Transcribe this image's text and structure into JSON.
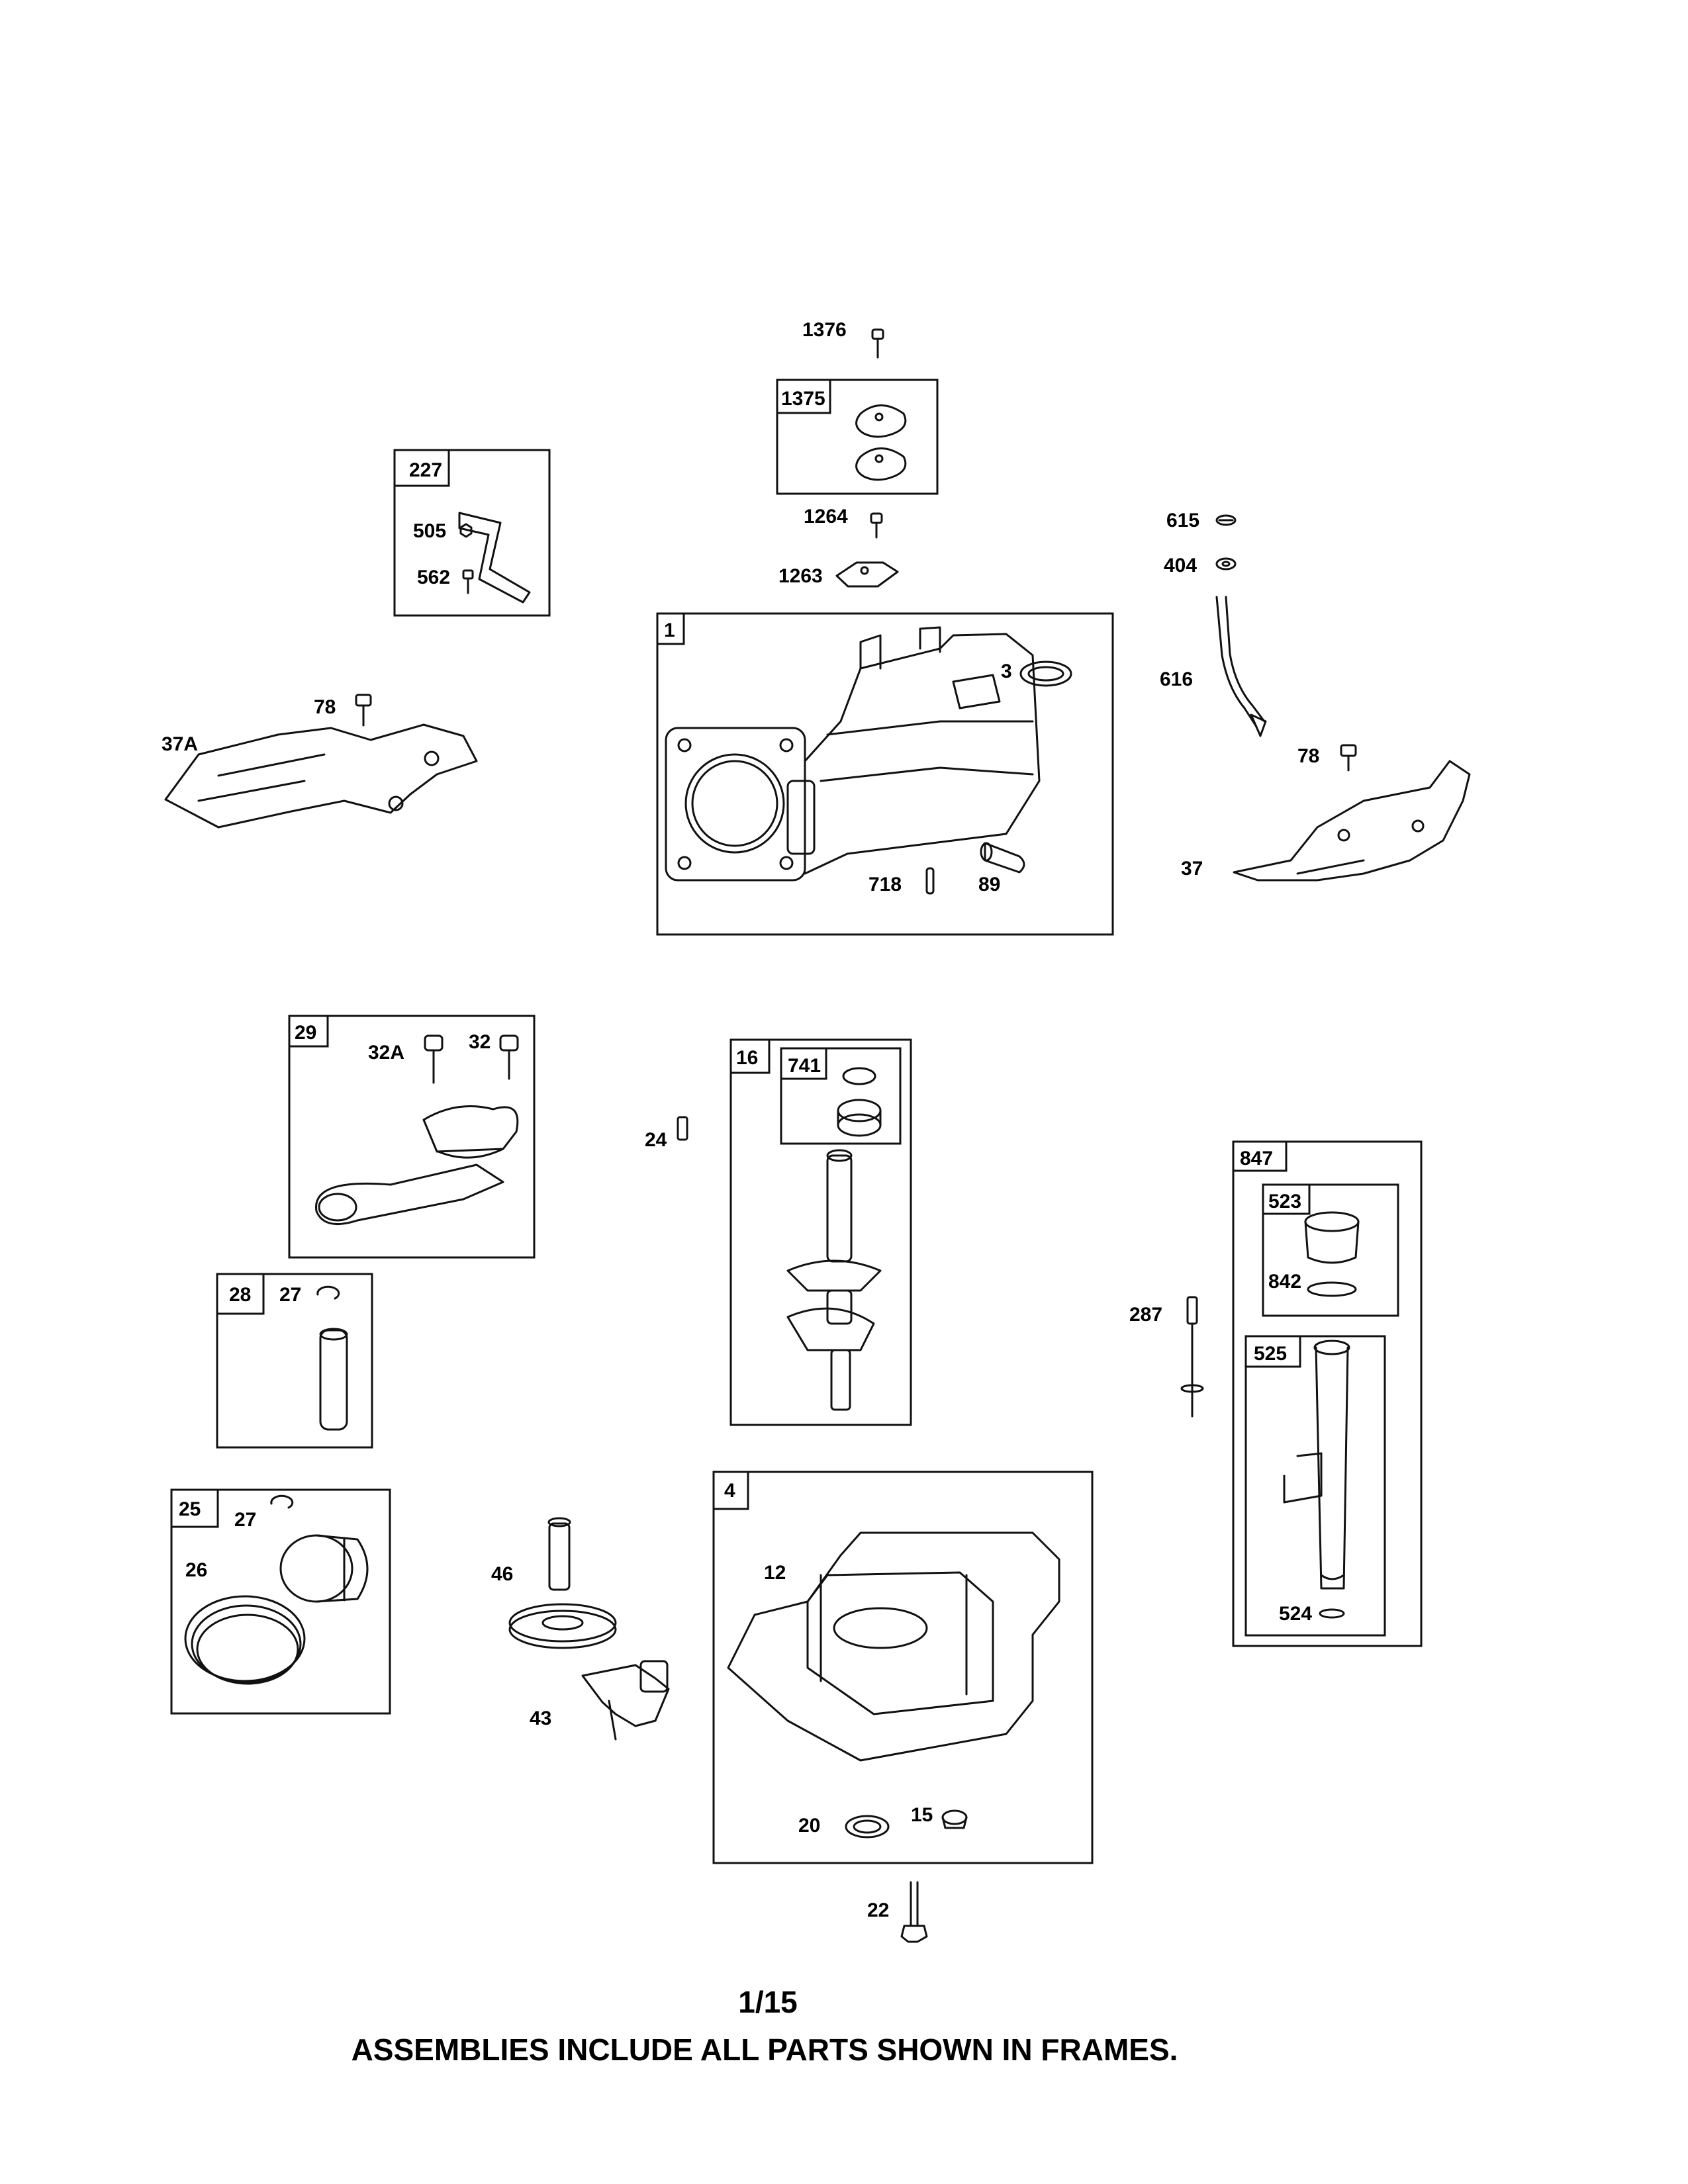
{
  "frames": [
    {
      "id": "f227",
      "label": "227"
    },
    {
      "id": "f1375",
      "label": "1375"
    },
    {
      "id": "f1",
      "label": "1"
    },
    {
      "id": "f29",
      "label": "29"
    },
    {
      "id": "f16",
      "label": "16"
    },
    {
      "id": "f741",
      "label": "741"
    },
    {
      "id": "f28",
      "label": "28"
    },
    {
      "id": "f25",
      "label": "25"
    },
    {
      "id": "f4",
      "label": "4"
    },
    {
      "id": "f847",
      "label": "847"
    },
    {
      "id": "f523",
      "label": "523"
    },
    {
      "id": "f525",
      "label": "525"
    }
  ],
  "callouts": {
    "p1376": "1376",
    "p505": "505",
    "p562": "562",
    "p1264": "1264",
    "p1263": "1263",
    "p615": "615",
    "p404": "404",
    "p616": "616",
    "p78a": "78",
    "p37A": "37A",
    "p3": "3",
    "p718": "718",
    "p89": "89",
    "p78b": "78",
    "p37": "37",
    "p32A": "32A",
    "p32": "32",
    "p24": "24",
    "p27a": "27",
    "p287": "287",
    "p842": "842",
    "p27b": "27",
    "p26": "26",
    "p46": "46",
    "p43": "43",
    "p12": "12",
    "p20": "20",
    "p15": "15",
    "p524": "524",
    "p22": "22"
  },
  "footer": {
    "page_number": "1/15",
    "note": "ASSEMBLIES INCLUDE ALL PARTS SHOWN IN FRAMES."
  }
}
